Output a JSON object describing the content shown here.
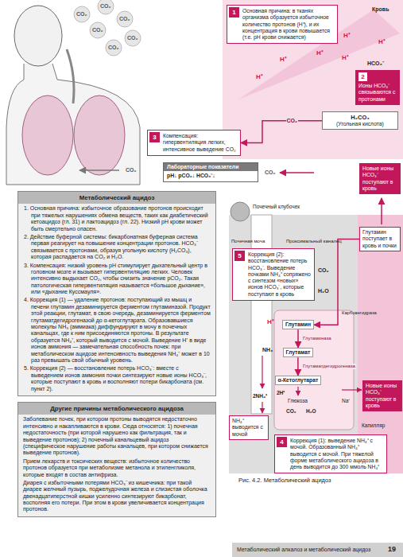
{
  "diagram": {
    "caption": "Рис. 4.2. Метаболический ацидоз",
    "nodes": [
      {
        "text": [
          "1",
          "Основная причина: в тканях организма образуется избыточное количество протонов (H⁺), и их концентрация в крови повышается (т.е. pH крови снижается)"
        ]
      },
      {
        "text": [
          "2",
          "Ионы HCO₃⁻ связываются с протонами"
        ]
      },
      {
        "text": [
          "H₂CO₃",
          "(Угольная кислота)"
        ]
      },
      {
        "text": [
          "3",
          "Компенсация: гипервентиляция легких, интенсивное выведение CO₂"
        ]
      },
      {
        "text": [
          "Лабораторные показатели",
          "pH↓ pCO₂↓ HCO₃⁻↓"
        ]
      },
      {
        "text": [
          "Новые ионы HCO₃⁻ поступают в кровь"
        ]
      },
      {
        "text": [
          "Метаболический ацидоз",
          "1. Основная причина: избыточное образование протонов происходит при тяжелых нарушениях обмена веществ, таких как диабетический кетоацидоз (гл. 31) и лактоацидоз (гл. 22). Низкий pH крови может быть смертельно опасен.",
          "2. Действие буферной системы: бикарбонатная буферная система первая реагирует на повышение концентрации протонов. HCO₃⁻ связывается с протонами, образуя угольную кислоту (H₂CO₃), которая распадается на CO₂ и H₂O.",
          "3. Компенсация: низкий уровень pH стимулирует дыхательный центр в головном мозге и вызывает гипервентиляцию легких. Человек интенсивно выдыхает CO₂, чтобы снизить значение pCO₂. Такая патологическая гипервентиляция называется «большое дыхание», или «дыхание Куссмауля».",
          "4. Коррекция (1) — удаление протонов: поступающий из мышц и печени глутамин дезаминируется ферментом глутаминазой. Продукт этой реакции, глутамат, в свою очередь, дезаминируется ферментом глутаматдегидрогеназой до α-кетоглутарата. Образовавшиеся молекулы NH₃ (аммиака) диффундируют в мочу в почечных канальцах, где к ним присоединяются протоны. В результате образуется NH₄⁺, который выводится с мочой. Выведение H⁺ в виде ионов аммония — замечательная способность почек: при метаболическом ацидозе интенсивность выведения NH₄⁺ может в 10 раз превышать свой обычный уровень.",
          "5. Коррекция (2) — восстановление потерь HCO₃⁻: вместе с выведением ионов аммония почки синтезируют новые ионы HCO₃⁻, которые поступают в кровь и восполняют потери бикарбоната (см. пункт 2)."
        ]
      },
      {
        "text": [
          "Другие причины метаболического ацидоза",
          "Заболевание почек, при котором протоны выводятся недостаточно интенсивно и накапливаются в крови. Сюда относятся: 1) почечная недостаточность (при которой нарушено как фильтрация, так и выведение протонов); 2) почечный канальцевый ацидоз (специфическое нарушение работы канальцев, при котором снижается выведение протонов).",
          "Прием лекарств и токсических веществ: избыточное количество протонов образуется при метаболизме метанола и этиленгликоля, которые входят в состав антифриза.",
          "Диарея с избыточными потерями HCO₃⁻ из кишечника: при такой диарее желчный пузырь, поджелудочная железа и слизистая оболочка двенадцатиперстной кишки усиленно синтезируют бикарбонат, восполняя его потери. При этом в крови увеличивается концентрация протонов."
        ]
      },
      {
        "text": [
          "5",
          "Коррекция (2): восстановление потерь HCO₃⁻. Выведение почками NH₄⁺ сопряжено с синтезом «новых» ионов HCO₃⁻, которые поступают в кровь"
        ]
      },
      {
        "text": [
          "Глутамин поступает в кровь и почки"
        ]
      },
      {
        "text": [
          "Глутамин"
        ]
      },
      {
        "text": [
          "Глутамат"
        ]
      },
      {
        "text": [
          "α-Кетоглутарат"
        ]
      },
      {
        "text": [
          "Новые ионы HCO₃⁻ поступают в кровь"
        ]
      },
      {
        "text": [
          "NH₄⁺ выводится с мочой"
        ]
      },
      {
        "text": [
          "4",
          "Коррекция (1): выведение NH₄⁺ с мочой. Образованный NH₄⁺ выводится с мочой. При тяжелой форме метаболического ацидоза в день выводится до 300 ммоль NH₄⁺"
        ]
      }
    ],
    "edges": [
      {
        "from": 2,
        "to": 3,
        "arrow": "to",
        "label": "CO₂"
      },
      {
        "from": 9,
        "to": 10,
        "arrow": "to"
      },
      {
        "from": 10,
        "to": 11,
        "arrow": "to",
        "label": "Глутаминаза"
      },
      {
        "from": 11,
        "to": 12,
        "arrow": "to",
        "label": "Глутаматдегидрогеназа"
      }
    ],
    "labels": [
      "Кровь",
      "H⁺",
      "H⁺",
      "H⁺",
      "H⁺",
      "H⁺",
      "H⁺",
      "HCO₃⁻",
      "CO₂",
      "CO₂",
      "CO₂",
      "CO₂",
      "CO₂",
      "CO₂",
      "CO₂",
      "CO₂",
      "Почечный клубочек",
      "Почечная моча",
      "Проксимальный каналец",
      "CO₂",
      "H₂O",
      "Карбоангидраза",
      "H⁺",
      "NH₃",
      "2NH₄⁺",
      "2H⁺",
      "Глюкоза",
      "CO₂",
      "H₂O",
      "Na⁺",
      "Капилляр",
      "Метаболический алкалоз и метаболический ацидоз",
      "19"
    ]
  }
}
